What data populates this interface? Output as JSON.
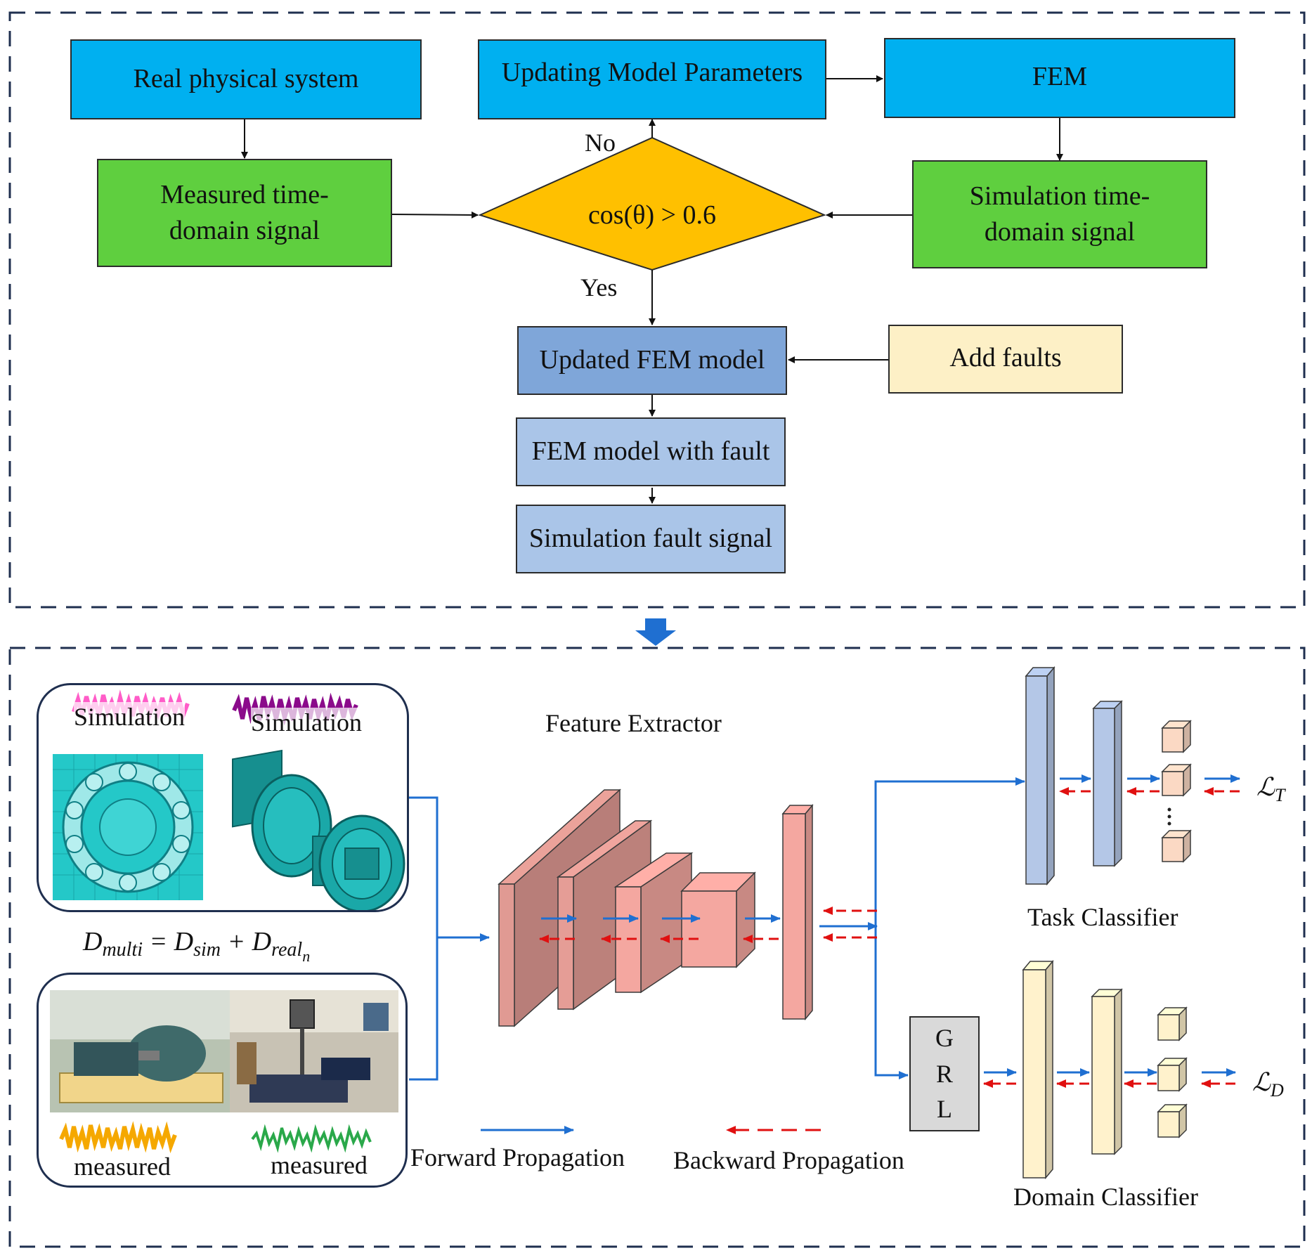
{
  "colors": {
    "top_box": "#00b0f0",
    "signal_box": "#5fcf3f",
    "decision": "#ffc000",
    "updated_model": "#7fa6d9",
    "fault_box": "#aac5e8",
    "add_faults": "#fdf0c6",
    "feature_extractor": "#f4a7a0",
    "task_classifier": "#b4c7e7",
    "domain_classifier": "#fff2cc",
    "forward": "#1f6fd1",
    "backward": "#e01010"
  },
  "top": {
    "real_system": "Real physical system",
    "updating": "Updating Model Parameters",
    "fem": "FEM",
    "measured_1": "Measured time-",
    "measured_2": "domain signal",
    "simulation_1": "Simulation time-",
    "simulation_2": "domain signal",
    "decision": "cos(θ) > 0.6",
    "no": "No",
    "yes": "Yes",
    "updated_model": "Updated FEM model",
    "add_faults": "Add faults",
    "model_with_fault": "FEM model with fault",
    "fault_signal": "Simulation fault signal"
  },
  "bottom": {
    "sim_label_1": "Simulation",
    "sim_label_2": "Simulation",
    "measured_label_1": "measured",
    "measured_label_2": "measured",
    "formula": "Dmulti = Dsim + Drealn",
    "feature_extractor": "Feature Extractor",
    "task_classifier": "Task Classifier",
    "domain_classifier": "Domain Classifier",
    "grl": [
      "G",
      "R",
      "L"
    ],
    "loss_t": "ℒT",
    "loss_d": "ℒD",
    "forward": "Forward Propagation",
    "backward": "Backward Propagation"
  }
}
